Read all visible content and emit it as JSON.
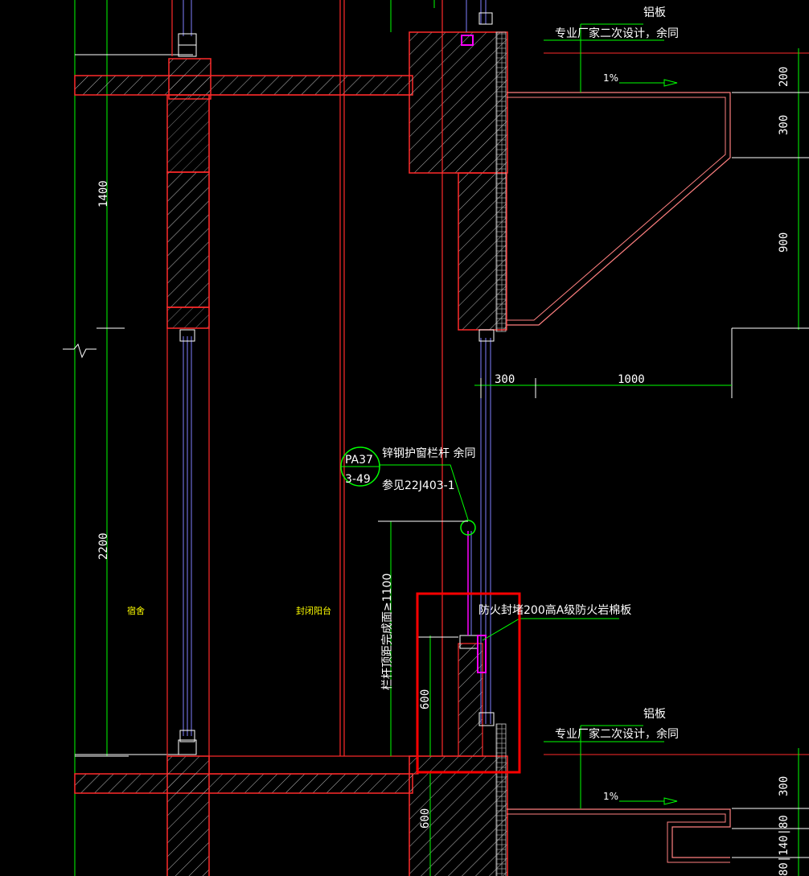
{
  "labels": {
    "aluminum_top": "铝板",
    "vendor_top": "专业厂家二次设计，余同",
    "slope_top": "1%",
    "aluminum_bottom": "铝板",
    "vendor_bottom": "专业厂家二次设计，余同",
    "slope_bottom": "1%",
    "railing": "锌钢护窗栏杆 余同",
    "railing_ref": "参见22J403-1",
    "detail_top": "PA37",
    "detail_bottom": "3-49",
    "fire_seal": "防火封堵200高A级防火岩棉板",
    "railing_height": "栏杆顶距完成面≥1100",
    "room_dorm": "宿舍",
    "room_balcony": "封闭阳台"
  },
  "dimensions": {
    "left_1400": "1400",
    "left_2200": "2200",
    "right_200": "200",
    "right_300": "300",
    "right_900": "900",
    "mid_300": "300",
    "mid_1000": "1000",
    "v_600": "600",
    "v_600_low": "600",
    "right_300_low": "300",
    "right_bottom": "80|140|80"
  },
  "colors": {
    "background": "#000000",
    "outline": "#ff2a2a",
    "hatch": "#c8c8c8",
    "dim_line": "#00ff00",
    "dim_tick": "#ffffff",
    "window": "#8080ff",
    "highlight_box": "#ff0000",
    "fire": "#ff00ff",
    "room_label": "#ffff00"
  }
}
